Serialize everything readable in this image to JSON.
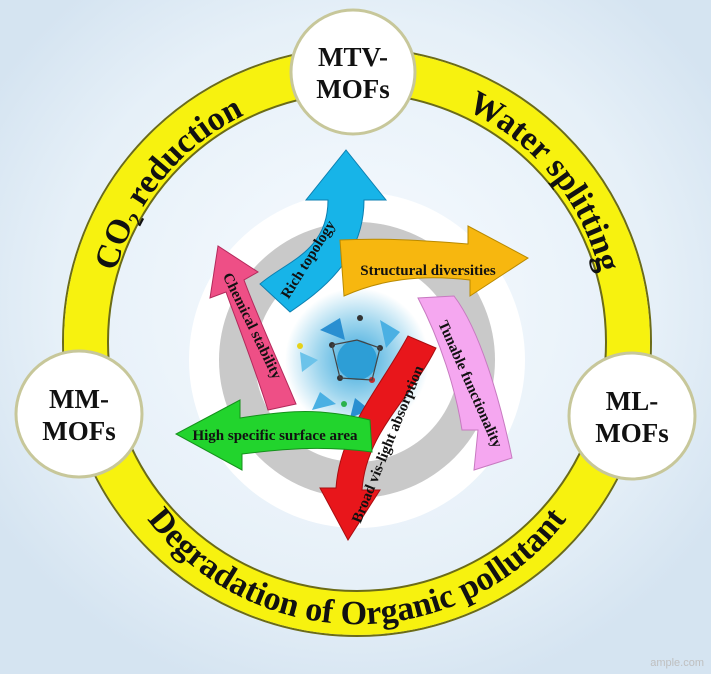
{
  "ring": {
    "top_left": "CO₂ reduction",
    "top_right": "Water splitting",
    "bottom": "Degradation of Organic pollutant"
  },
  "nodes": {
    "top": [
      "MTV-",
      "MOFs"
    ],
    "left": [
      "MM-",
      "MOFs"
    ],
    "right": [
      "ML-",
      "MOFs"
    ]
  },
  "arrows": [
    {
      "label": "Rich topology",
      "color": "#17b4e8"
    },
    {
      "label": "Structural diversities",
      "color": "#f7b70f"
    },
    {
      "label": "Tunable functionality",
      "color": "#f5a7f0"
    },
    {
      "label": "Broad vis-light absorption",
      "color": "#e8161b"
    },
    {
      "label": "High specific surface area",
      "color": "#22d42d"
    },
    {
      "label": "Chemical stability",
      "color": "#ee4f86"
    }
  ],
  "colors": {
    "ring": "#f7f20f",
    "ring_edge": "#6b6b18",
    "node_border": "#c7c79a"
  },
  "watermark": "ample.com"
}
